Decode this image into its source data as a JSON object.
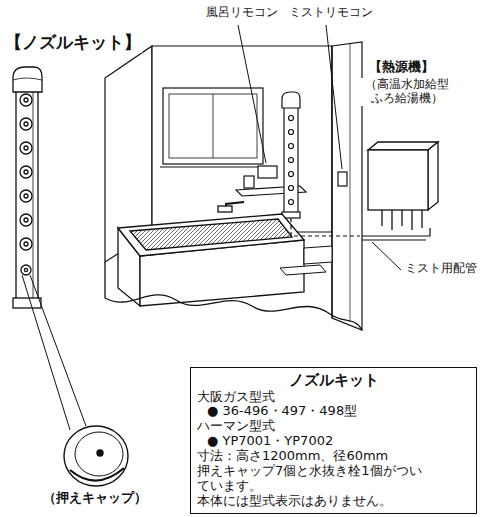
{
  "diagram": {
    "title": "【ノズルキット】",
    "nodes": [
      {
        "text": [
          "ノズルキット",
          "大阪ガス型式",
          "● 36-496・497・498型",
          "ハーマン型式",
          "● YP7001・YP7002",
          "寸法：高さ1200mm、径60mm",
          "押えキャップ7個と水抜き栓1個がつい ています。",
          "本体には型式表示はありません。"
        ]
      }
    ],
    "labels": [
      "風呂リモコン",
      "ミストリモコン",
      "【熱源機】",
      "（高温水加給型 ふろ給湯機）",
      "ミスト用配管",
      "（押えキャップ）"
    ]
  }
}
